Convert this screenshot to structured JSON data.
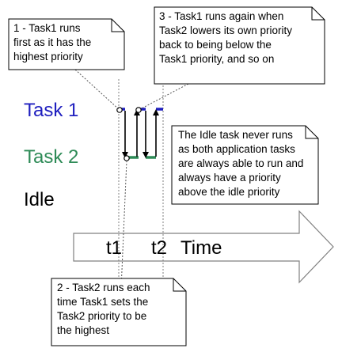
{
  "notes": {
    "note1": {
      "lines": [
        "1 - Task1 runs",
        "first as it has the",
        "highest priority"
      ]
    },
    "note2": {
      "lines": [
        "2 - Task2 runs each",
        "time Task1 sets the",
        "Task2 priority to be",
        "the highest"
      ]
    },
    "note3": {
      "lines": [
        "3 - Task1 runs again when",
        "Task2 lowers its own priority",
        "back to being below the",
        "Task1 priority, and so on"
      ]
    },
    "note4": {
      "lines": [
        "The Idle task never runs",
        "as both application tasks",
        "are always able to run and",
        "always have a priority",
        "above the idle priority"
      ]
    }
  },
  "lanes": {
    "task1": "Task 1",
    "task2": "Task 2",
    "idle": "Idle"
  },
  "axis": {
    "t1": "t1",
    "t2": "t2",
    "time": "Time"
  },
  "colors": {
    "task1": "#1f1fbf",
    "task2": "#2e8b57",
    "idle": "#000000",
    "line": "#000000",
    "dotted": "#7f7f7f"
  }
}
